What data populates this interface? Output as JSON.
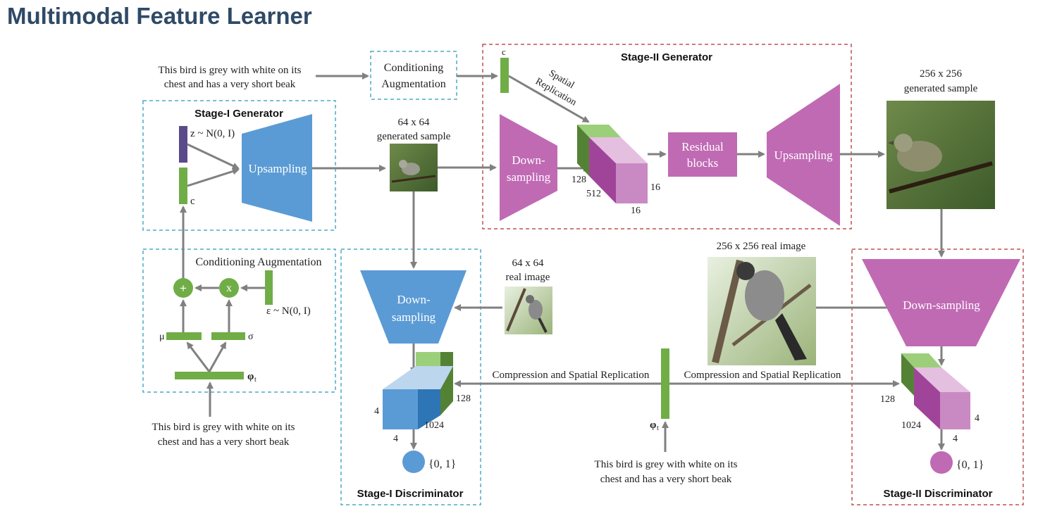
{
  "title": "Multimodal Feature Learner",
  "caption_text": [
    "This bird is grey with white on its",
    "chest and has a very short beak"
  ],
  "conditioning_augmentation_top": [
    "Conditioning",
    "Augmentation"
  ],
  "stage1_generator": {
    "title": "Stage-I Generator",
    "z_label": "z ~ N(0, I)",
    "c_label": "c",
    "upsampling": "Upsampling"
  },
  "sample_64": {
    "line1": "64 x 64",
    "line2": "generated sample"
  },
  "ca_block": {
    "title": "Conditioning Augmentation",
    "plus": "+",
    "times": "x",
    "eps_label": "ε ~ N(0, I)",
    "mu": "μ",
    "sigma": "σ",
    "phi": "φ",
    "phi_sub": "t"
  },
  "stage2_generator": {
    "title": "Stage-II Generator",
    "c_label": "c",
    "spatial_replication": [
      "Spatial",
      "Replication"
    ],
    "downsampling": [
      "Down-",
      "sampling"
    ],
    "dim_128": "128",
    "dim_512": "512",
    "dim_16a": "16",
    "dim_16b": "16",
    "residual": [
      "Residual",
      "blocks"
    ],
    "upsampling": "Upsampling"
  },
  "sample_256": {
    "line1": "256 x 256",
    "line2": "generated sample"
  },
  "real_64": {
    "line1": "64 x 64",
    "line2": "real image"
  },
  "real_256": {
    "line1": "256 x 256 real image"
  },
  "stage1_discriminator": {
    "title": "Stage-I Discriminator",
    "downsampling": [
      "Down-",
      "sampling"
    ],
    "dim_128": "128",
    "dim_4a": "4",
    "dim_1024": "1024",
    "dim_4b": "4",
    "output": "{0, 1}"
  },
  "stage2_discriminator": {
    "title": "Stage-II Discriminator",
    "downsampling": "Down-sampling",
    "dim_128": "128",
    "dim_1024": "1024",
    "dim_4a": "4",
    "dim_4b": "4",
    "output": "{0, 1}"
  },
  "compression_label": "Compression and Spatial Replication",
  "phi_bottom": {
    "phi": "φ",
    "sub": "t"
  },
  "colors": {
    "title": "#2f4a66",
    "blue": "#5b9bd5",
    "magenta": "#c06ab4",
    "green": "#70ad47",
    "purple_bar": "#5b4a8a",
    "arrow": "#808080",
    "teal_border": "#4bacc6",
    "red_border": "#c0504d"
  },
  "icons": {
    "bird_images": "bird-photo-icon"
  }
}
